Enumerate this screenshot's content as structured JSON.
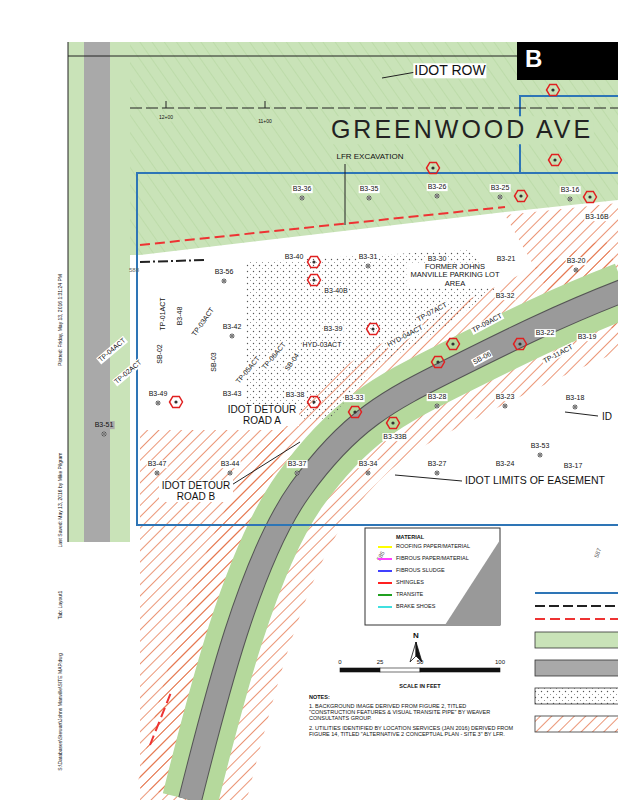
{
  "diagram": {
    "nodes": [
      {
        "text": [
          "B"
        ]
      }
    ],
    "labels": [
      "IDOT ROW",
      "12+00",
      "11+00",
      "GREENWOOD AVE",
      "LFR EXCAVATION",
      "B3-36",
      "B3-35",
      "B3-26",
      "B3-25",
      "B3-16",
      "B3-16B",
      "B3-40",
      "B3-31",
      "B3-30",
      "B3-21",
      "B3-20",
      "B3-56",
      "B3-40B",
      "FORMER JOHNS MANVILLE PARKING LOT AREA",
      "TP-01ACT",
      "B3-48",
      "TP-03ACT",
      "B3-42",
      "B3-39",
      "HYD-03ACT",
      "SB-02",
      "TP-04ACT",
      "TP-02ACT",
      "SB-03",
      "TP-05ACT",
      "TP-06ACT",
      "SB-04",
      "B3-32",
      "TP-07ACT",
      "HYD-04ACT",
      "TP-09ACT",
      "SB-06",
      "B3-22",
      "TP-11ACT",
      "B3-19",
      "B3-49",
      "B3-43",
      "B3-38",
      "B3-33",
      "B3-28",
      "B3-23",
      "B3-18",
      "IDOT DETOUR ROAD A",
      "B3-33B",
      "B3-53",
      "B3-51",
      "B3-47",
      "B3-44",
      "B3-37",
      "B3-34",
      "B3-27",
      "B3-24",
      "B3-17",
      "IDOT DETOUR ROAD B",
      "IDOT LIMITS OF EASEMENT",
      "ID",
      "588",
      "585",
      "587",
      "MATERIAL",
      "N",
      "0",
      "25",
      "50",
      "100",
      "SCALE IN FEET",
      "NOTES:",
      "1. BACKGROUND IMAGE DERIVED FROM FIGURE 2, TITLED \"CONSTRUCTION FEATURES & VISUAL TRANSITE PIPE\" BY WEAVER CONSULTANTS GROUP.",
      "2. UTILITIES IDENTIFIED BY LOCATION SERVICES (JAN 2016) DERIVED FROM FIGURE 14, TITLED \"ALTERNATIVE 2 CONCEPTUAL PLAN - SITE 3\" BY LFR.",
      "S:\\Databases\\Stewart\\Johns Manville\\SITE MAP.dwg",
      "Tab: Layout1",
      "Last Saved: May 13, 2016 by Mike Pilgram",
      "Plotted: Friday, May 13, 2016 1:31:24 PM"
    ],
    "legend": [
      {
        "text": "ROOFING PAPER/MATERIAL",
        "color": "#ffff00"
      },
      {
        "text": "FIBROUS PAPER/MATERIAL",
        "color": "#ff40ff"
      },
      {
        "text": "FIBROUS SLUDGE",
        "color": "#4040ff"
      },
      {
        "text": "SHINGLES",
        "color": "#ff2020"
      },
      {
        "text": "TRANSITE",
        "color": "#20a020"
      },
      {
        "text": "BRAKE SHOES",
        "color": "#40e0e0"
      }
    ]
  }
}
